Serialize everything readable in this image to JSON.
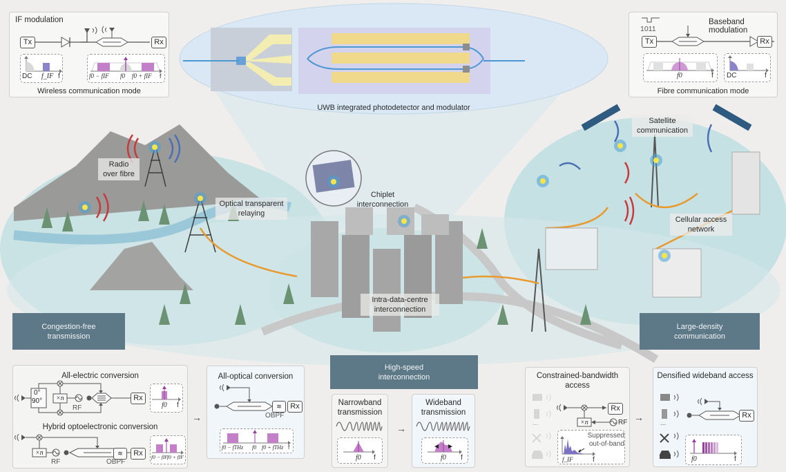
{
  "top_left_panel": {
    "heading": "IF modulation",
    "tx": "Tx",
    "rx": "Rx",
    "spectrum_left": {
      "dc": "DC",
      "fif": "f_IF",
      "f": "f"
    },
    "spectrum_right": {
      "minus": "f0 − fIF",
      "center": "f0",
      "plus": "f0 + fIF",
      "f": "f"
    },
    "caption": "Wireless communication mode"
  },
  "top_right_panel": {
    "heading": "Baseband modulation",
    "bits": "1011",
    "tx": "Tx",
    "rx": "Rx",
    "spectrum_left": {
      "center": "f0",
      "f": "f"
    },
    "spectrum_right": {
      "dc": "DC",
      "f": "f"
    },
    "caption": "Fibre communication mode"
  },
  "chip": {
    "caption": "UWB integrated photodetector and modulator"
  },
  "scene_labels": {
    "radio_over_fibre": "Radio over fibre",
    "optical_relaying": "Optical transparent relaying",
    "chiplet": "Chiplet interconnection",
    "intra_dc": "Intra-data-centre interconnection",
    "satellite": "Satellite communication",
    "cellular": "Cellular access network"
  },
  "category_tags": {
    "congestion": "Congestion-free transmission",
    "high_speed": "High-speed interconnection",
    "large_density": "Large-density communication"
  },
  "bottom_panels": {
    "all_electric": {
      "title": "All-electric conversion",
      "phase_0": "0°",
      "phase_90": "90°",
      "mult": "×n",
      "rf": "RF",
      "rx": "Rx",
      "spec_center": "f0",
      "spec_f": "f"
    },
    "hybrid": {
      "title": "Hybrid optoelectronic conversion",
      "mult": "×n",
      "rf": "RF",
      "obpf": "OBPF",
      "rx": "Rx",
      "spec_minus": "f0 − fIF",
      "spec_plus": "f0 + fIF",
      "spec_f": "f"
    },
    "all_optical": {
      "title": "All-optical conversion",
      "obpf": "OBPF",
      "rx": "Rx",
      "spec_minus": "f0 − fTHz",
      "spec_center": "f0",
      "spec_plus": "f0 + fTHz",
      "spec_f": "f"
    },
    "narrowband": {
      "title": "Narrowband transmission",
      "spec_center": "f0",
      "spec_f": "f"
    },
    "wideband": {
      "title": "Wideband transmission",
      "spec_center": "f0",
      "spec_f": "f"
    },
    "constrained": {
      "title": "Constrained-bandwidth access",
      "mult": "×n",
      "rf": "RF",
      "rx": "Rx",
      "annotation": "Suppressed out-of-band",
      "spec_fif": "f_IF",
      "spec_f": "f"
    },
    "densified": {
      "title": "Densified wideband access",
      "rx": "Rx",
      "spec_center": "f0",
      "spec_f": "f"
    },
    "ellipsis": "..."
  },
  "colors": {
    "tag_bg": "#5d7886",
    "purple": "#c37fc8",
    "violet": "#8c84c8",
    "wave_red": "#c8393c",
    "wave_blue": "#4a6fb5",
    "fibre_orange": "#e89a2f",
    "ground": "#c9e2e4",
    "node_yellow": "#f6e54a"
  }
}
